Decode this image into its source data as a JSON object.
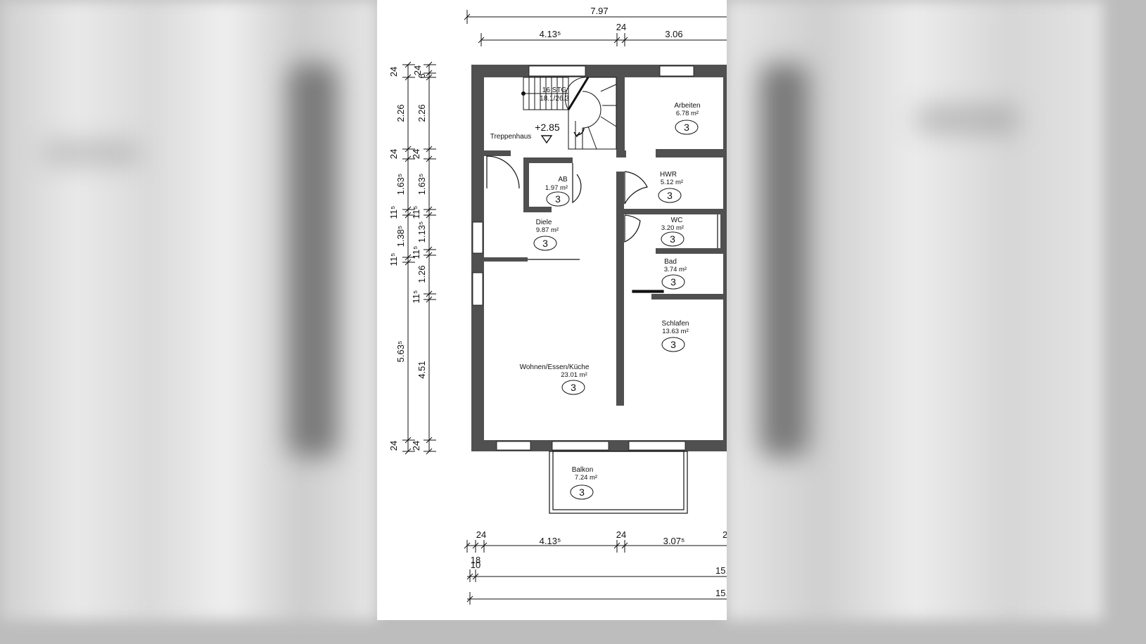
{
  "dimensions": {
    "top_overall": "7.97",
    "top_segments": [
      "4.13⁵",
      "24",
      "3.06"
    ],
    "bottom_segments": [
      "24",
      "4.13⁵",
      "24",
      "3.07⁵",
      "2"
    ],
    "bottom_small": [
      "18",
      "10"
    ],
    "bottom_overall_1": "15.",
    "bottom_overall_2": "15.",
    "left_outer": [
      "24",
      "2.26",
      "24",
      "1.63⁵",
      "11⁵",
      "1.38⁵",
      "11⁵",
      "5.63⁵",
      "24"
    ],
    "left_inner": [
      "24",
      "6",
      "2.26",
      "24",
      "1.63⁵",
      "11⁵",
      "1.13⁵",
      "11⁵",
      "1.26",
      "11⁵",
      "4.51",
      "24"
    ]
  },
  "level": "+2.85",
  "stair": {
    "steps": "16 STG",
    "ratio": "18.1/26.3"
  },
  "rooms": [
    {
      "name": "Treppenhaus",
      "area": "",
      "tag": ""
    },
    {
      "name": "Arbeiten",
      "area": "6.78 m²",
      "tag": "3"
    },
    {
      "name": "AB",
      "area": "1.97 m²",
      "tag": "3"
    },
    {
      "name": "HWR",
      "area": "5.12 m²",
      "tag": "3"
    },
    {
      "name": "Diele",
      "area": "9.87 m²",
      "tag": "3"
    },
    {
      "name": "WC",
      "area": "3.20 m²",
      "tag": "3"
    },
    {
      "name": "Bad",
      "area": "3.74 m²",
      "tag": "3"
    },
    {
      "name": "Schlafen",
      "area": "13.63 m²",
      "tag": "3"
    },
    {
      "name": "Wohnen/Essen/Küche",
      "area": "23.01 m²",
      "tag": "3"
    },
    {
      "name": "Balkon",
      "area": "7.24 m²",
      "tag": "3"
    }
  ],
  "colors": {
    "wall": "#505050",
    "line": "#111111",
    "paper": "#ffffff"
  }
}
